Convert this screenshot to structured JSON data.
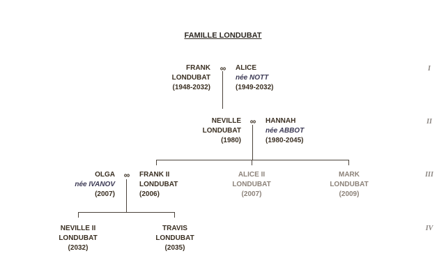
{
  "title": "FAMILLE LONDUBAT",
  "marriage_symbol": "∞",
  "generations": [
    "I",
    "II",
    "III",
    "IV"
  ],
  "people": {
    "frank": {
      "first": "FRANK",
      "last": "LONDUBAT",
      "years": "(1948-2032)"
    },
    "alice": {
      "first": "ALICE",
      "birthname": "née NOTT",
      "years": "(1949-2032)"
    },
    "neville": {
      "first": "NEVILLE",
      "last": "LONDUBAT",
      "years": "(1980)"
    },
    "hannah": {
      "first": "HANNAH",
      "birthname": "née ABBOT",
      "years": "(1980-2045)"
    },
    "olga": {
      "first": "OLGA",
      "birthname": "née IVANOV",
      "years": "(2007)"
    },
    "frank2": {
      "first": "FRANK II",
      "last": "LONDUBAT",
      "years": "(2006)"
    },
    "alice2": {
      "first": "ALICE II",
      "last": "LONDUBAT",
      "years": "(2007)"
    },
    "mark": {
      "first": "MARK",
      "last": "LONDUBAT",
      "years": "(2009)"
    },
    "neville2": {
      "first": "NEVILLE II",
      "last": "LONDUBAT",
      "years": "(2032)"
    },
    "travis": {
      "first": "TRAVIS",
      "last": "LONDUBAT",
      "years": "(2035)"
    }
  },
  "colors": {
    "text": "#3a2f22",
    "birthname": "#3c3a55",
    "faded": "#8c8279",
    "lines": "#4a423a"
  }
}
